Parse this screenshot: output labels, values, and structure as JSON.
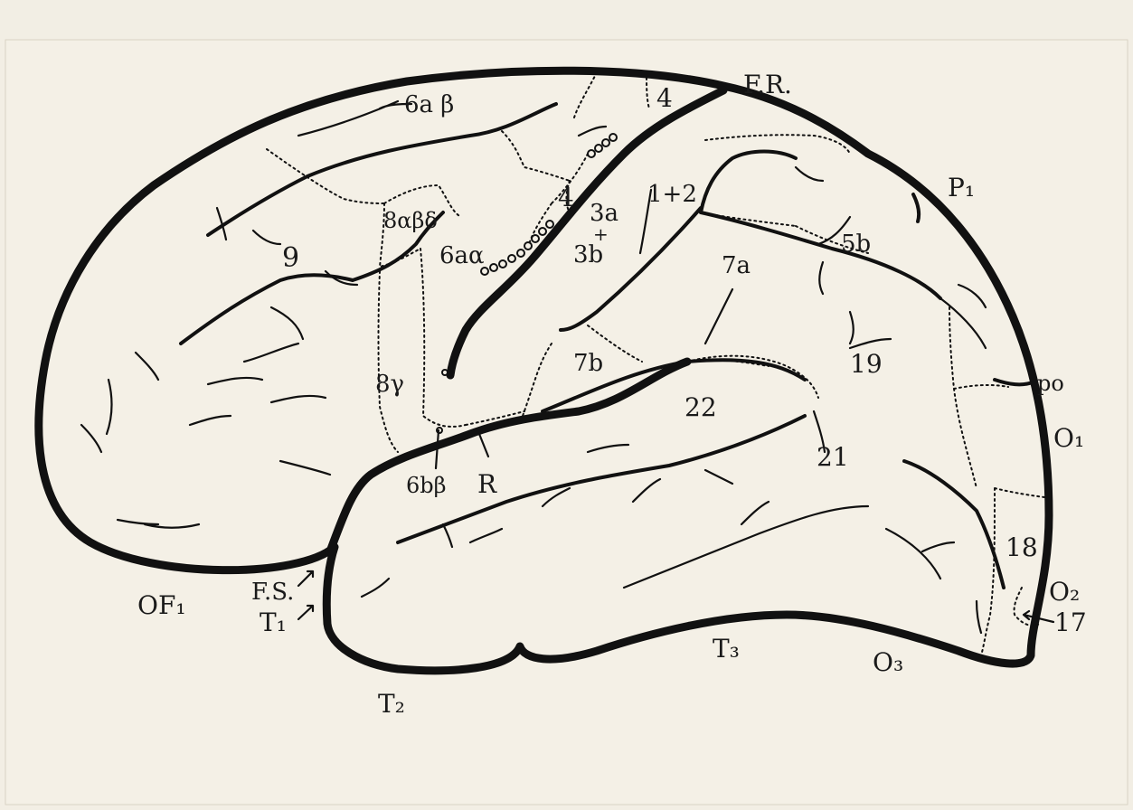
{
  "diagram": {
    "area_labels": [
      {
        "id": "6ab",
        "text": "6a β"
      },
      {
        "id": "4-top",
        "text": "4"
      },
      {
        "id": "4-mid",
        "text": "4"
      },
      {
        "id": "8abd",
        "text": "8αβδ"
      },
      {
        "id": "9",
        "text": "9"
      },
      {
        "id": "6aa",
        "text": "6aα"
      },
      {
        "id": "3a",
        "text": "3a"
      },
      {
        "id": "plus",
        "text": "+"
      },
      {
        "id": "3b",
        "text": "3b"
      },
      {
        "id": "1-2",
        "text": "1+2"
      },
      {
        "id": "5b",
        "text": "5b"
      },
      {
        "id": "7a",
        "text": "7a"
      },
      {
        "id": "7b",
        "text": "7b"
      },
      {
        "id": "8g",
        "text": "8γ"
      },
      {
        "id": "19",
        "text": "19"
      },
      {
        "id": "22",
        "text": "22"
      },
      {
        "id": "21",
        "text": "21"
      },
      {
        "id": "6bb",
        "text": "6bβ"
      },
      {
        "id": "18",
        "text": "18"
      }
    ],
    "landmark_labels": [
      {
        "id": "FR",
        "text": "F.R."
      },
      {
        "id": "P1",
        "text": "P₁"
      },
      {
        "id": "po",
        "text": "po"
      },
      {
        "id": "O1",
        "text": "O₁"
      },
      {
        "id": "O2",
        "text": "O₂"
      },
      {
        "id": "17",
        "text": "17"
      },
      {
        "id": "O3",
        "text": "O₃"
      },
      {
        "id": "T3",
        "text": "T₃"
      },
      {
        "id": "T2",
        "text": "T₂"
      },
      {
        "id": "R",
        "text": "R"
      },
      {
        "id": "FS",
        "text": "F.S."
      },
      {
        "id": "T1",
        "text": "T₁"
      },
      {
        "id": "OF1",
        "text": "OF₁"
      }
    ]
  }
}
